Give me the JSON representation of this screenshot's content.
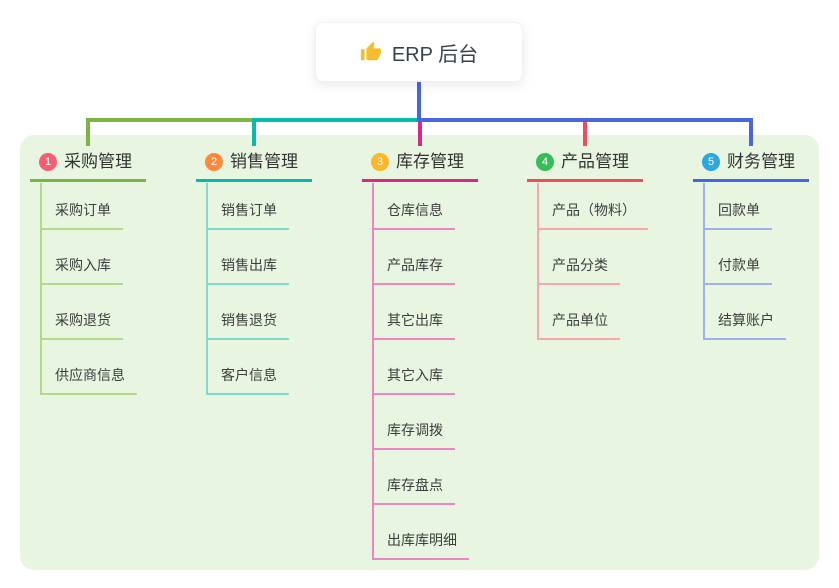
{
  "root": {
    "title": "ERP 后台",
    "icon": "thumbs-up-icon",
    "icon_color": "#f5bd2a"
  },
  "canvas": {
    "background": "#ffffff",
    "panel_background": "#e8f6e1",
    "root_connector_color": "#4766e6"
  },
  "branches": [
    {
      "badge": "1",
      "badge_color": "#f85d70",
      "title": "采购管理",
      "color": "#7cb342",
      "light_color": "#b5d98a",
      "children": [
        "采购订单",
        "采购入库",
        "采购退货",
        "供应商信息"
      ]
    },
    {
      "badge": "2",
      "badge_color": "#fb8a3c",
      "title": "销售管理",
      "color": "#00bdae",
      "light_color": "#7fd9d0",
      "children": [
        "销售订单",
        "销售出库",
        "销售退货",
        "客户信息"
      ]
    },
    {
      "badge": "3",
      "badge_color": "#fbb629",
      "title": "库存管理",
      "color": "#d62a8a",
      "light_color": "#ef86c3",
      "children": [
        "仓库信息",
        "产品库存",
        "其它出库",
        "其它入库",
        "库存调拨",
        "库存盘点",
        "出库库明细"
      ]
    },
    {
      "badge": "4",
      "badge_color": "#36bd58",
      "title": "产品管理",
      "color": "#f5495c",
      "light_color": "#fba6ae",
      "children": [
        "产品（物料）",
        "产品分类",
        "产品单位"
      ]
    },
    {
      "badge": "5",
      "badge_color": "#2ea6df",
      "title": "财务管理",
      "color": "#4766e6",
      "light_color": "#9fb0ee",
      "children": [
        "回款单",
        "付款单",
        "结算账户"
      ]
    }
  ]
}
